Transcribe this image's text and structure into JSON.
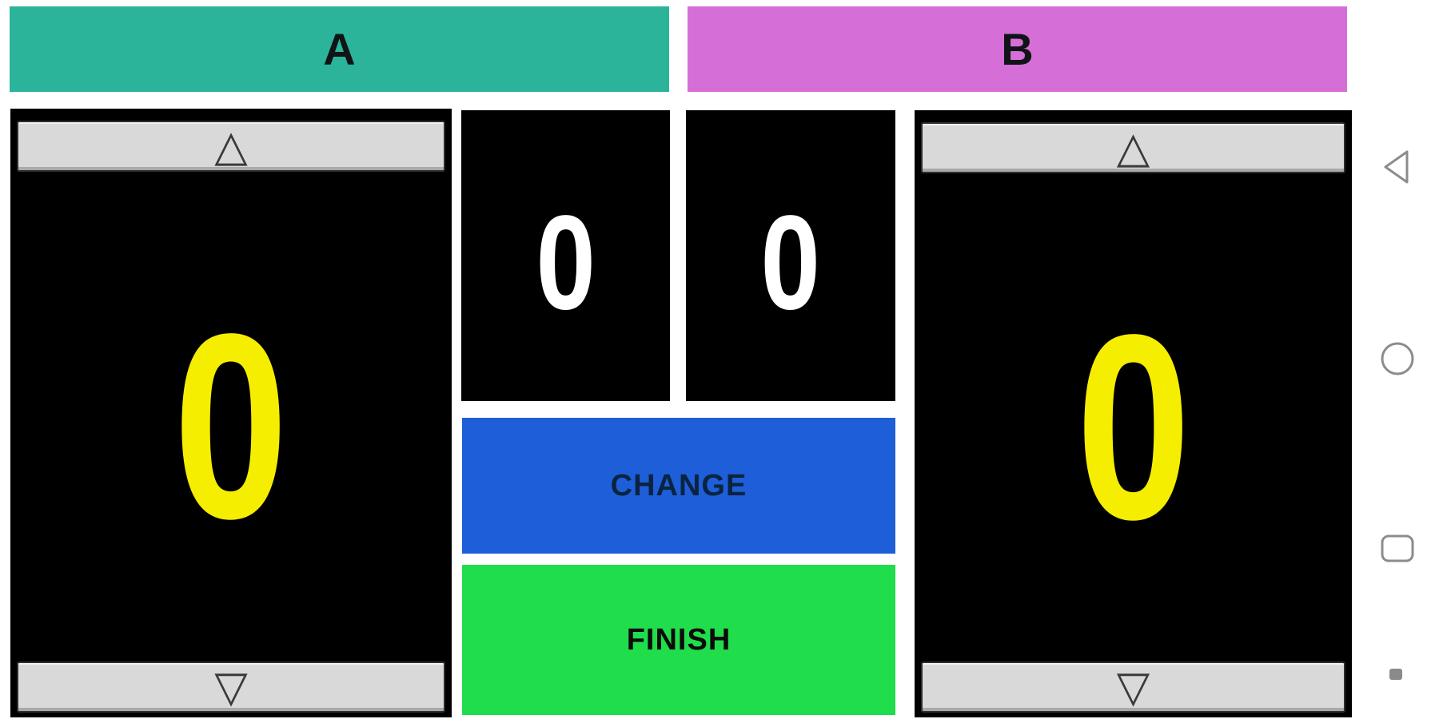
{
  "app": {
    "background_color": "#ffffff",
    "panel_color": "#000000"
  },
  "teams": [
    {
      "label": "A",
      "header_color": "#2CB49B",
      "score": "0",
      "score_color": "#F6EE00"
    },
    {
      "label": "B",
      "header_color": "#D56FD7",
      "score": "0",
      "score_color": "#F6EE00"
    }
  ],
  "set_scores": [
    {
      "value": "0",
      "text_color": "#ffffff"
    },
    {
      "value": "0",
      "text_color": "#ffffff"
    }
  ],
  "steppers": {
    "increment_symbol": "△",
    "decrement_symbol": "▽",
    "button_color": "#d9d9d9"
  },
  "actions": {
    "change": {
      "label": "CHANGE",
      "color": "#1E5ED9",
      "text_color": "#0A2440"
    },
    "finish": {
      "label": "FINISH",
      "color": "#20DD4B",
      "text_color": "#0B0B0B"
    }
  },
  "android_nav": {
    "icon_color": "#8C8C8C",
    "icons": [
      "back",
      "home",
      "recents"
    ]
  }
}
